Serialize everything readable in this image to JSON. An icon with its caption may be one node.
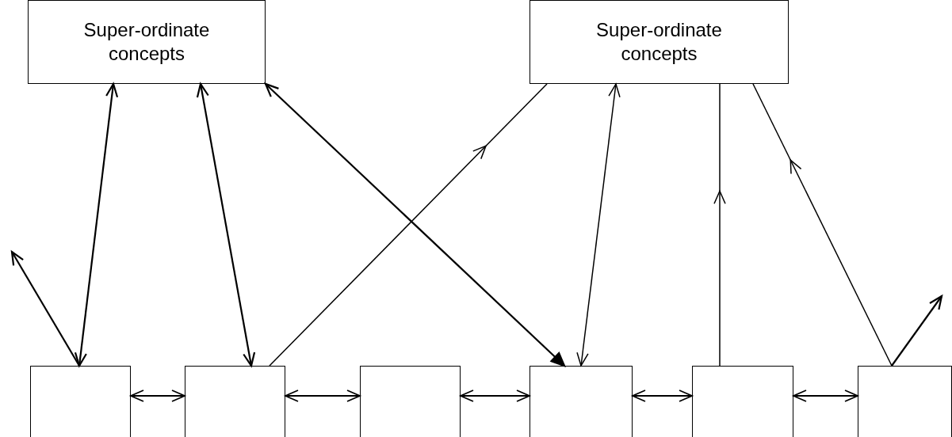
{
  "diagram": {
    "nodes": [
      {
        "text": [
          "Super-ordinate concepts"
        ]
      },
      {
        "text": [
          "Super-ordinate concepts"
        ]
      },
      {
        "text": [],
        "shape": "box"
      },
      {
        "text": [],
        "shape": "box"
      },
      {
        "text": [],
        "shape": "box"
      },
      {
        "text": [],
        "shape": "box"
      },
      {
        "text": [],
        "shape": "box"
      },
      {
        "text": [],
        "shape": "box"
      }
    ],
    "edges": [
      {
        "from": 0,
        "to": 2,
        "arrow": "both"
      },
      {
        "from": 0,
        "to": 3,
        "arrow": "both"
      },
      {
        "from": 0,
        "to": 5,
        "arrow": "both"
      },
      {
        "from": 3,
        "to": 1,
        "arrow": "to"
      },
      {
        "from": 1,
        "to": 5,
        "arrow": "both"
      },
      {
        "from": 6,
        "to": 1,
        "arrow": "to"
      },
      {
        "from": 7,
        "to": 1,
        "arrow": "to"
      },
      {
        "from": 2,
        "to": null,
        "arrow": "to"
      },
      {
        "from": 7,
        "to": null,
        "arrow": "to"
      },
      {
        "from": 2,
        "to": 3,
        "arrow": "both"
      },
      {
        "from": 3,
        "to": 4,
        "arrow": "both"
      },
      {
        "from": 4,
        "to": 5,
        "arrow": "both"
      },
      {
        "from": 5,
        "to": 6,
        "arrow": "both"
      },
      {
        "from": 6,
        "to": 7,
        "arrow": "both"
      }
    ]
  }
}
